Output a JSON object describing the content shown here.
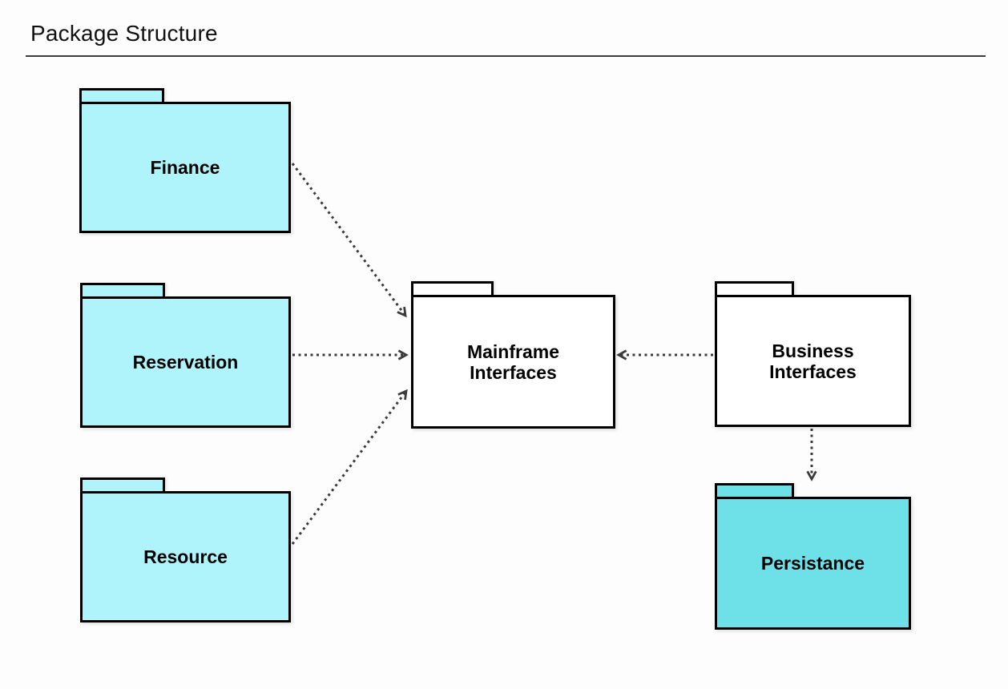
{
  "header": {
    "title": "Package Structure"
  },
  "diagram": {
    "type": "uml-package-diagram",
    "packages": [
      {
        "id": "finance",
        "label": "Finance",
        "fill": "#aff4fa"
      },
      {
        "id": "reservation",
        "label": "Reservation",
        "fill": "#aff4fa"
      },
      {
        "id": "resource",
        "label": "Resource",
        "fill": "#aff4fa"
      },
      {
        "id": "mainframe-interfaces",
        "label": "Mainframe\nInterfaces",
        "fill": "#ffffff"
      },
      {
        "id": "business-interfaces",
        "label": "Business\nInterfaces",
        "fill": "#ffffff"
      },
      {
        "id": "persistance",
        "label": "Persistance",
        "fill": "#6ee0e8"
      }
    ],
    "dependencies": [
      {
        "from": "Finance",
        "to": "Mainframe Interfaces",
        "style": "dotted-open-arrow"
      },
      {
        "from": "Reservation",
        "to": "Mainframe Interfaces",
        "style": "dotted-open-arrow"
      },
      {
        "from": "Resource",
        "to": "Mainframe Interfaces",
        "style": "dotted-open-arrow"
      },
      {
        "from": "Business Interfaces",
        "to": "Mainframe Interfaces",
        "style": "dotted-open-arrow"
      },
      {
        "from": "Business Interfaces",
        "to": "Persistance",
        "style": "dotted-open-arrow"
      }
    ],
    "colors": {
      "package_light_fill": "#aff4fa",
      "package_accent_fill": "#6ee0e8",
      "package_plain_fill": "#ffffff",
      "border": "#000000",
      "arrow": "#3b3b3b",
      "title_rule": "#3c3c3c"
    }
  }
}
